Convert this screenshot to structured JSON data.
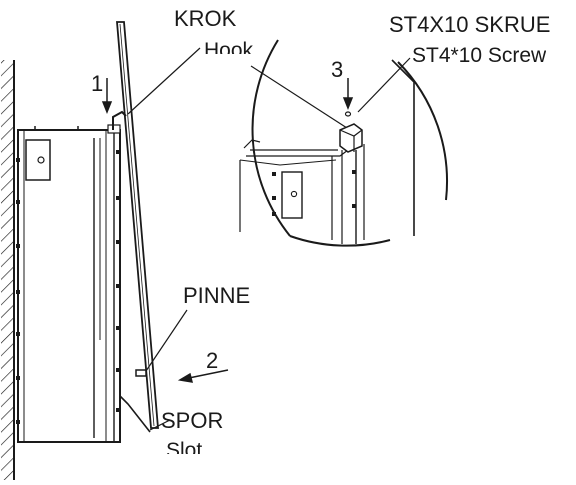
{
  "labels": {
    "krok": "KROK",
    "hook": "Hook",
    "screw_nb": "ST4X10 SKRUE",
    "screw_en": "ST4*10 Screw",
    "pinne": "PINNE",
    "spor": "SPOR",
    "slot": "Slot"
  },
  "steps": [
    "1",
    "2",
    "3"
  ],
  "colors": {
    "stroke": "#1a1a1a",
    "background": "#ffffff"
  }
}
